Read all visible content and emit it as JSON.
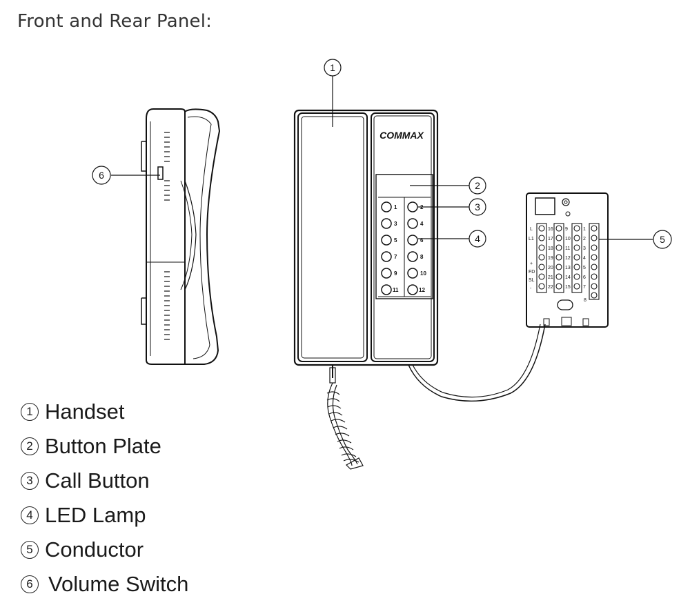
{
  "title": "Front and Rear Panel:",
  "brand": "COMMAX",
  "callouts": [
    "1",
    "2",
    "3",
    "4",
    "5",
    "6"
  ],
  "buttons": {
    "left": [
      "1",
      "3",
      "5",
      "7",
      "9",
      "11"
    ],
    "right": [
      "2",
      "4",
      "6",
      "8",
      "10",
      "12"
    ]
  },
  "legend": [
    {
      "num": "1",
      "label": "Handset"
    },
    {
      "num": "2",
      "label": "Button Plate"
    },
    {
      "num": "3",
      "label": "Call Button"
    },
    {
      "num": "4",
      "label": "LED Lamp"
    },
    {
      "num": "5",
      "label": "Conductor"
    },
    {
      "num": "6",
      "label": "Volume Switch"
    }
  ],
  "terminal": {
    "col1": [
      "16",
      "17",
      "18",
      "19",
      "20",
      "21",
      "22"
    ],
    "col2": [
      "9",
      "10",
      "11",
      "12",
      "13",
      "14",
      "15"
    ],
    "col3": [
      "1",
      "2",
      "3",
      "4",
      "5",
      "6",
      "7"
    ],
    "side_labels": [
      "L",
      "L1",
      "+",
      "FD",
      "SL",
      "-"
    ],
    "bottom": "8"
  }
}
